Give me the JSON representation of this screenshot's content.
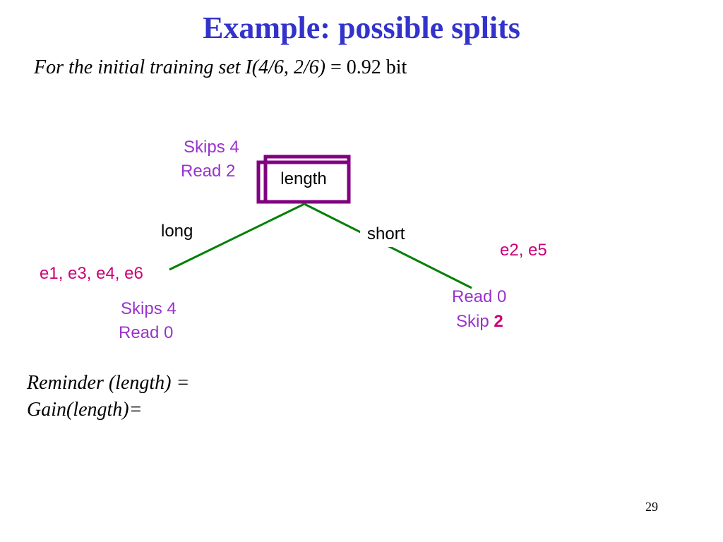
{
  "slide": {
    "title": "Example: possible splits",
    "subtitle": {
      "prefix": "For the initial training set",
      "expression": "I(4/6, 2/6)",
      "result": " = 0.92 bit"
    },
    "page_number": "29"
  },
  "tree": {
    "root": {
      "label": "length",
      "stats_line1": "Skips 4",
      "stats_line2": "Read 2"
    },
    "branches": [
      {
        "edge_label": "long",
        "examples": "e1, e3, e4, e6",
        "stats_line1": "Skips 4",
        "stats_line2": "Read 0"
      },
      {
        "edge_label": "short",
        "examples": "e2, e5",
        "stats_line1": "Read 0",
        "stats_line2_prefix": "Skip ",
        "stats_line2_value": "2"
      }
    ]
  },
  "formulas": {
    "reminder": "Reminder (length) =",
    "gain": "Gain(length)="
  },
  "colors": {
    "title": "#3333cc",
    "node_border": "#800080",
    "edge": "#008000",
    "stats_text": "#9933cc",
    "examples_text": "#cc0077"
  }
}
